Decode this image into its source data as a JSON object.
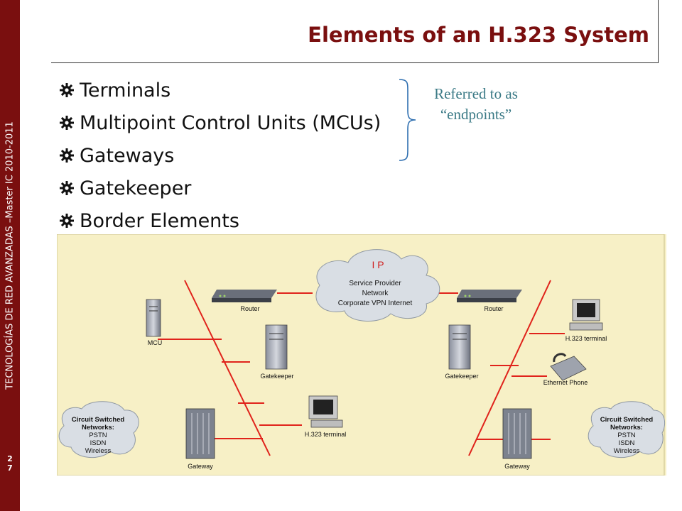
{
  "sidebar": {
    "text": "TECNOLOGÍAS DE RED AVANZADAS –Master IC 2010-2011",
    "slide_number_1": "2",
    "slide_number_2": "7"
  },
  "slide": {
    "title": "Elements of an H.323 System",
    "bullets": [
      "Terminals",
      "Multipoint Control Units (MCUs)",
      "Gateways",
      "Gatekeeper",
      "Border Elements"
    ],
    "note_line1": "Referred to as",
    "note_line2": "“endpoints”"
  },
  "diagram": {
    "cloud_title": "I P",
    "cloud_lines": [
      "Service Provider",
      "Network",
      "Corporate VPN Internet"
    ],
    "labels": {
      "router_left": "Router",
      "router_right": "Router",
      "mcu": "MCU",
      "gatekeeper_left": "Gatekeeper",
      "gatekeeper_right": "Gatekeeper",
      "terminal_center": "H.323 terminal",
      "terminal_right": "H.323 terminal",
      "ethernet_phone": "Ethernet Phone",
      "gateway_left": "Gateway",
      "gateway_right": "Gateway"
    },
    "circuit_left": [
      "Circuit Switched",
      "Networks:",
      "PSTN",
      "ISDN",
      "Wireless"
    ],
    "circuit_right": [
      "Circuit Switched",
      "Networks:",
      "PSTN",
      "ISDN",
      "Wireless"
    ]
  },
  "colors": {
    "brand": "#7a0f0f",
    "note": "#3b7a86",
    "diagram_bg": "#f7f0c6",
    "link": "#e0231b"
  }
}
